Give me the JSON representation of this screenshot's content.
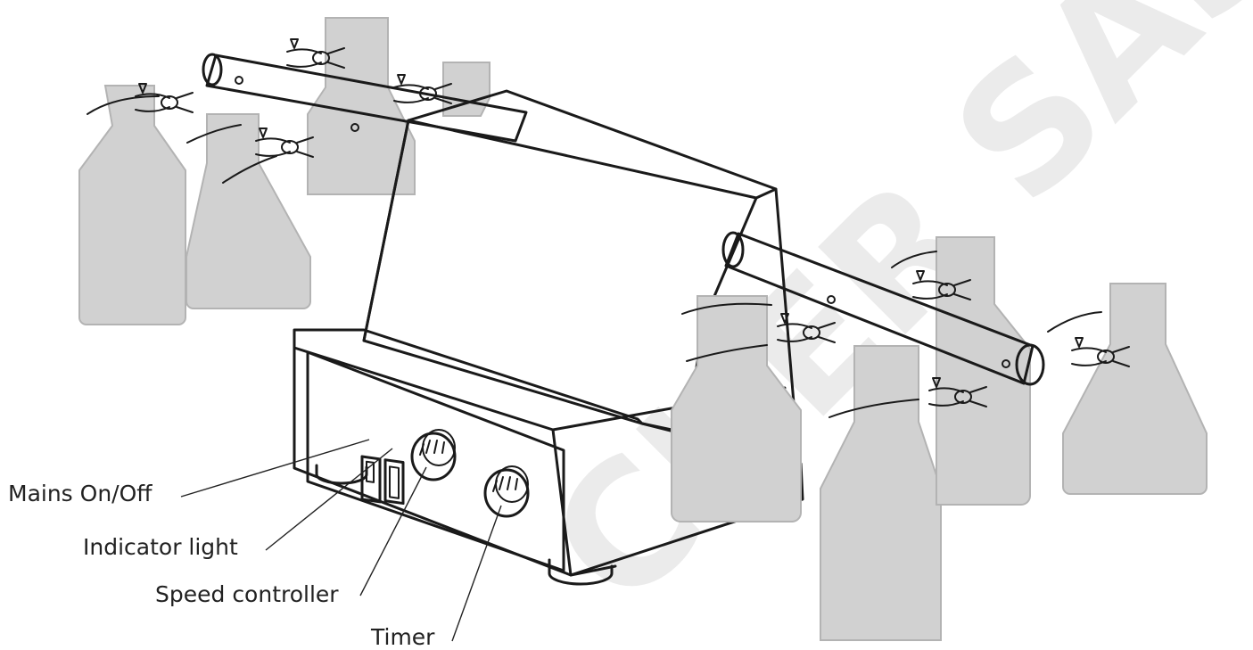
{
  "labels": {
    "mains": "Mains On/Off",
    "indicator": "Indicator light",
    "speed": "Speed controller",
    "timer": "Timer"
  },
  "colors": {
    "outline": "#1a1a1a",
    "flask_fill": "#d1d1d1",
    "flask_edge": "#b3b3b3",
    "background": "#ffffff",
    "watermark": "#e8e8e8"
  },
  "watermark": "CHER SAS"
}
